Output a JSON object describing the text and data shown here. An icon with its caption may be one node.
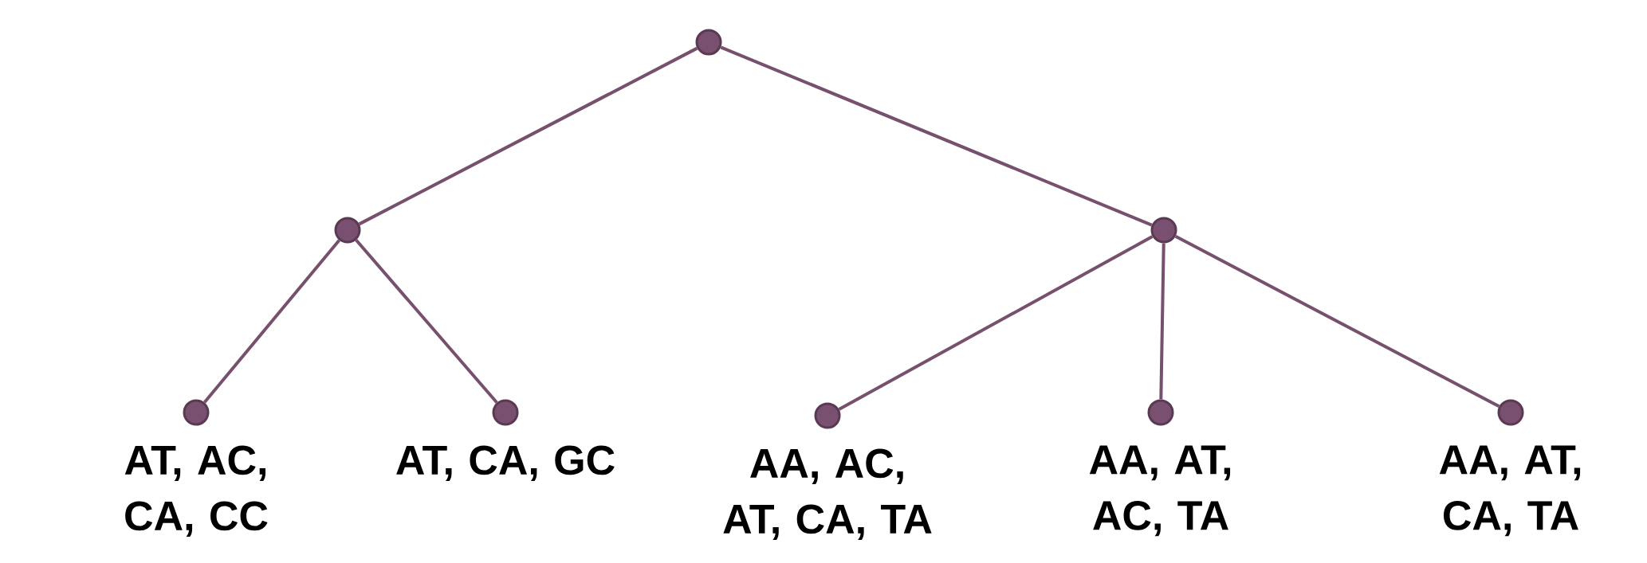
{
  "diagram": {
    "nodes": [
      {
        "text": [],
        "shape": "circle"
      },
      {
        "text": [],
        "shape": "circle"
      },
      {
        "text": [],
        "shape": "circle"
      },
      {
        "text": [],
        "shape": "circle",
        "beside": [
          "AT, AC, CA, CC"
        ]
      },
      {
        "text": [],
        "shape": "circle",
        "beside": [
          "AT, CA, GC"
        ]
      },
      {
        "text": [],
        "shape": "circle",
        "beside": [
          "AA, AC, AT, CA, TA"
        ]
      },
      {
        "text": [],
        "shape": "circle",
        "beside": [
          "AA, AT, AC, TA"
        ]
      },
      {
        "text": [],
        "shape": "circle",
        "beside": [
          "AA, AT, CA, TA"
        ]
      }
    ],
    "edges": [
      {
        "from": 0,
        "to": 1,
        "arrow": "none"
      },
      {
        "from": 0,
        "to": 2,
        "arrow": "none"
      },
      {
        "from": 1,
        "to": 3,
        "arrow": "none"
      },
      {
        "from": 1,
        "to": 4,
        "arrow": "none"
      },
      {
        "from": 2,
        "to": 5,
        "arrow": "none"
      },
      {
        "from": 2,
        "to": 6,
        "arrow": "none"
      },
      {
        "from": 2,
        "to": 7,
        "arrow": "none"
      }
    ]
  }
}
